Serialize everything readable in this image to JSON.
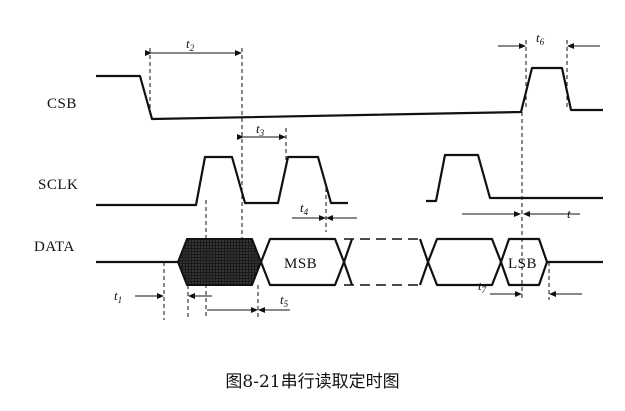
{
  "signals": {
    "csb": "CSB",
    "sclk": "SCLK",
    "data": "DATA"
  },
  "data_boxes": {
    "msb": "MSB",
    "lsb": "LSB"
  },
  "timing": {
    "t1": {
      "base": "t",
      "sub": "1"
    },
    "t2": {
      "base": "t",
      "sub": "2"
    },
    "t3": {
      "base": "t",
      "sub": "3"
    },
    "t4": {
      "base": "t",
      "sub": "4"
    },
    "t5": {
      "base": "t",
      "sub": "5"
    },
    "t6": {
      "base": "t",
      "sub": "6"
    },
    "t7": {
      "base": "t",
      "sub": "7"
    },
    "t": "t"
  },
  "caption": "图8-21串行读取定时图"
}
